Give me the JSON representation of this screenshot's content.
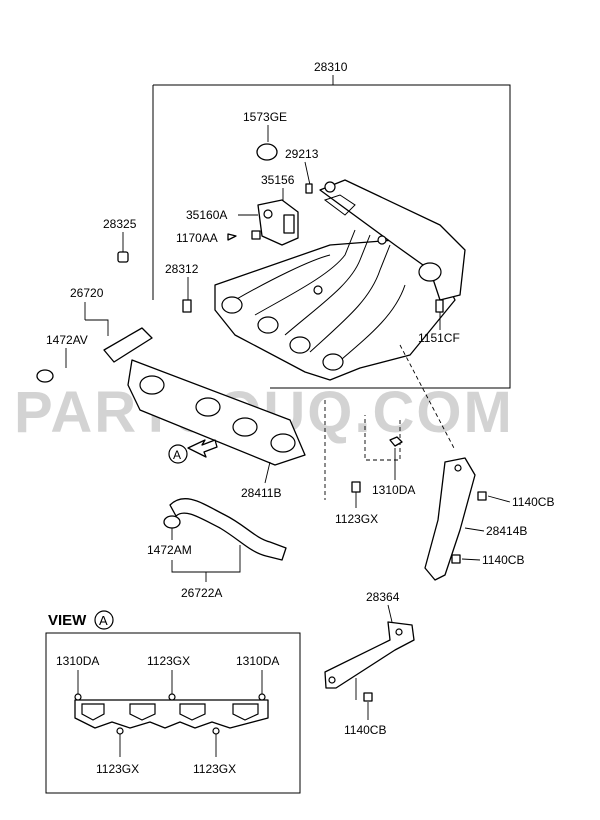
{
  "watermark": "PARTSOUQ.COM",
  "view_label": "VIEW",
  "view_marker": "A",
  "arrow_marker": "A",
  "parts": {
    "p28310": "28310",
    "p1573GE": "1573GE",
    "p29213": "29213",
    "p35156": "35156",
    "p35160A": "35160A",
    "p1170AA": "1170AA",
    "p28325": "28325",
    "p28312": "28312",
    "p26720": "26720",
    "p1472AV": "1472AV",
    "p1151CF": "1151CF",
    "p28411B": "28411B",
    "p1310DA": "1310DA",
    "p1123GX": "1123GX",
    "p1140CB_a": "1140CB",
    "p28414B": "28414B",
    "p1140CB_b": "1140CB",
    "p1472AM": "1472AM",
    "p26722A": "26722A",
    "p28364": "28364",
    "p1140CB_c": "1140CB"
  },
  "view_parts": {
    "left_top": "1310DA",
    "mid_top": "1123GX",
    "right_top": "1310DA",
    "left_bottom": "1123GX",
    "right_bottom": "1123GX"
  }
}
